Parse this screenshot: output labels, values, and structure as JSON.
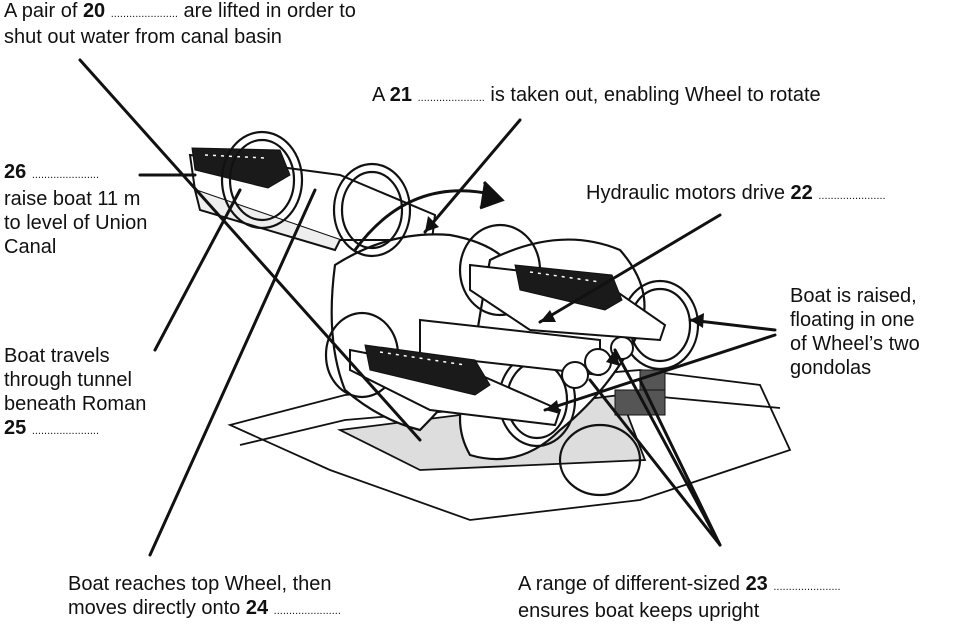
{
  "labels": {
    "q20": {
      "pre": "A pair of ",
      "num": "20",
      "dots": "......................",
      "post": " are lifted in order to",
      "line2": "shut out water from canal basin"
    },
    "q21": {
      "pre": "A ",
      "num": "21",
      "dots": "......................",
      "post": " is taken out, enabling Wheel to rotate"
    },
    "q26": {
      "num": "26",
      "dots": "......................",
      "line2": "raise boat 11 m",
      "line3": "to level of Union",
      "line4": "Canal"
    },
    "q22": {
      "pre": "Hydraulic motors drive ",
      "num": "22",
      "dots": "......................"
    },
    "raised": {
      "line1": "Boat is raised,",
      "line2": "floating in one",
      "line3": "of Wheel’s two",
      "line4": "gondolas"
    },
    "q25": {
      "line1": "Boat travels",
      "line2": "through tunnel",
      "line3": "beneath Roman",
      "num": "25",
      "dots": "......................"
    },
    "q24": {
      "line1": "Boat reaches top Wheel, then",
      "pre": "moves directly onto ",
      "num": "24",
      "dots": "......................"
    },
    "q23": {
      "pre": "A range of different-sized ",
      "num": "23",
      "dots": "......................",
      "line2": "ensures boat keeps upright"
    }
  },
  "colors": {
    "ink": "#111111",
    "paper": "#ffffff",
    "boat": "#1a1a1a"
  }
}
